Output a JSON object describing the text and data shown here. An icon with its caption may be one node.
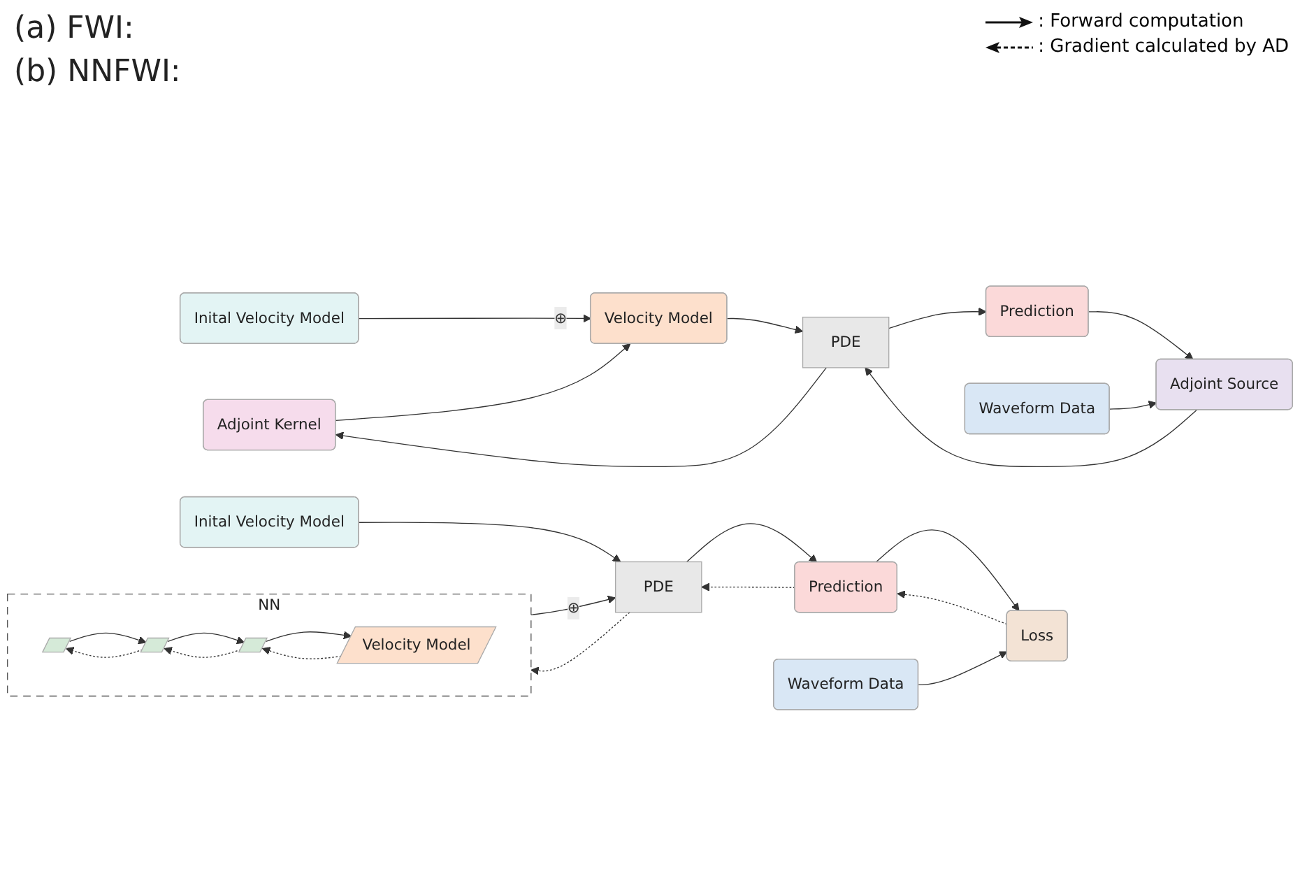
{
  "diagram": {
    "nodes": [
      {
        "text": [
          "Velocity Model"
        ]
      },
      {
        "text": [
          "Inital Velocity Model"
        ]
      },
      {
        "text": [
          "Adjoint Kernel"
        ]
      },
      {
        "text": [
          "PDE"
        ]
      },
      {
        "text": [
          "Prediction"
        ]
      },
      {
        "text": [
          "Waveform Data"
        ]
      },
      {
        "text": [
          "Adjoint Source"
        ]
      },
      {
        "text": [
          "NN"
        ]
      },
      {
        "text": [],
        "shape": "parallelogram",
        "in": 7
      },
      {
        "text": [],
        "shape": "parallelogram",
        "in": 7
      },
      {
        "text": [],
        "shape": "parallelogram",
        "in": 7
      },
      {
        "text": [
          "Velocity Model"
        ],
        "in": 7
      },
      {
        "text": [
          "PDE"
        ]
      },
      {
        "text": [
          "Prediction"
        ]
      },
      {
        "text": [
          "Loss"
        ]
      },
      {
        "text": [
          "Inital Velocity Model"
        ]
      },
      {
        "text": [
          "Waveform Data"
        ]
      }
    ],
    "edges": [
      {
        "from": 0,
        "to": 3,
        "arrow": "to"
      },
      {
        "from": 1,
        "to": 0,
        "arrow": "to",
        "label": "⊕"
      },
      {
        "from": 2,
        "to": 0,
        "arrow": "to"
      },
      {
        "from": 3,
        "to": 4,
        "arrow": "to"
      },
      {
        "from": 4,
        "to": 6,
        "arrow": "to"
      },
      {
        "from": 5,
        "to": 6,
        "arrow": "to"
      },
      {
        "from": 6,
        "to": 3,
        "arrow": "to"
      },
      {
        "from": 3,
        "to": 2,
        "arrow": "to"
      },
      {
        "from": 8,
        "to": 9,
        "arrow": "to"
      },
      {
        "from": 9,
        "to": 8,
        "arrow": "to",
        "style": "dashed"
      },
      {
        "from": 9,
        "to": 10,
        "arrow": "to"
      },
      {
        "from": 10,
        "to": 9,
        "arrow": "to",
        "style": "dashed"
      },
      {
        "from": 10,
        "to": 11,
        "arrow": "to"
      },
      {
        "from": 11,
        "to": 10,
        "arrow": "to",
        "style": "dashed"
      },
      {
        "from": 7,
        "to": 12,
        "arrow": "to",
        "label": "⊕"
      },
      {
        "from": 12,
        "to": 7,
        "arrow": "to",
        "style": "dashed"
      },
      {
        "from": 15,
        "to": 12,
        "arrow": "to"
      },
      {
        "from": 12,
        "to": 13,
        "arrow": "to"
      },
      {
        "from": 13,
        "to": 12,
        "arrow": "to",
        "style": "dashed"
      },
      {
        "from": 13,
        "to": 14,
        "arrow": "to"
      },
      {
        "from": 14,
        "to": 13,
        "arrow": "to",
        "style": "dashed"
      },
      {
        "from": 16,
        "to": 14,
        "arrow": "to"
      }
    ],
    "labels": [
      "(a) FWI:",
      "(b) NNFWI:"
    ],
    "legend": [
      {
        "text": ": Forward computation"
      },
      {
        "text": ": Gradient calculated by AD"
      }
    ]
  }
}
